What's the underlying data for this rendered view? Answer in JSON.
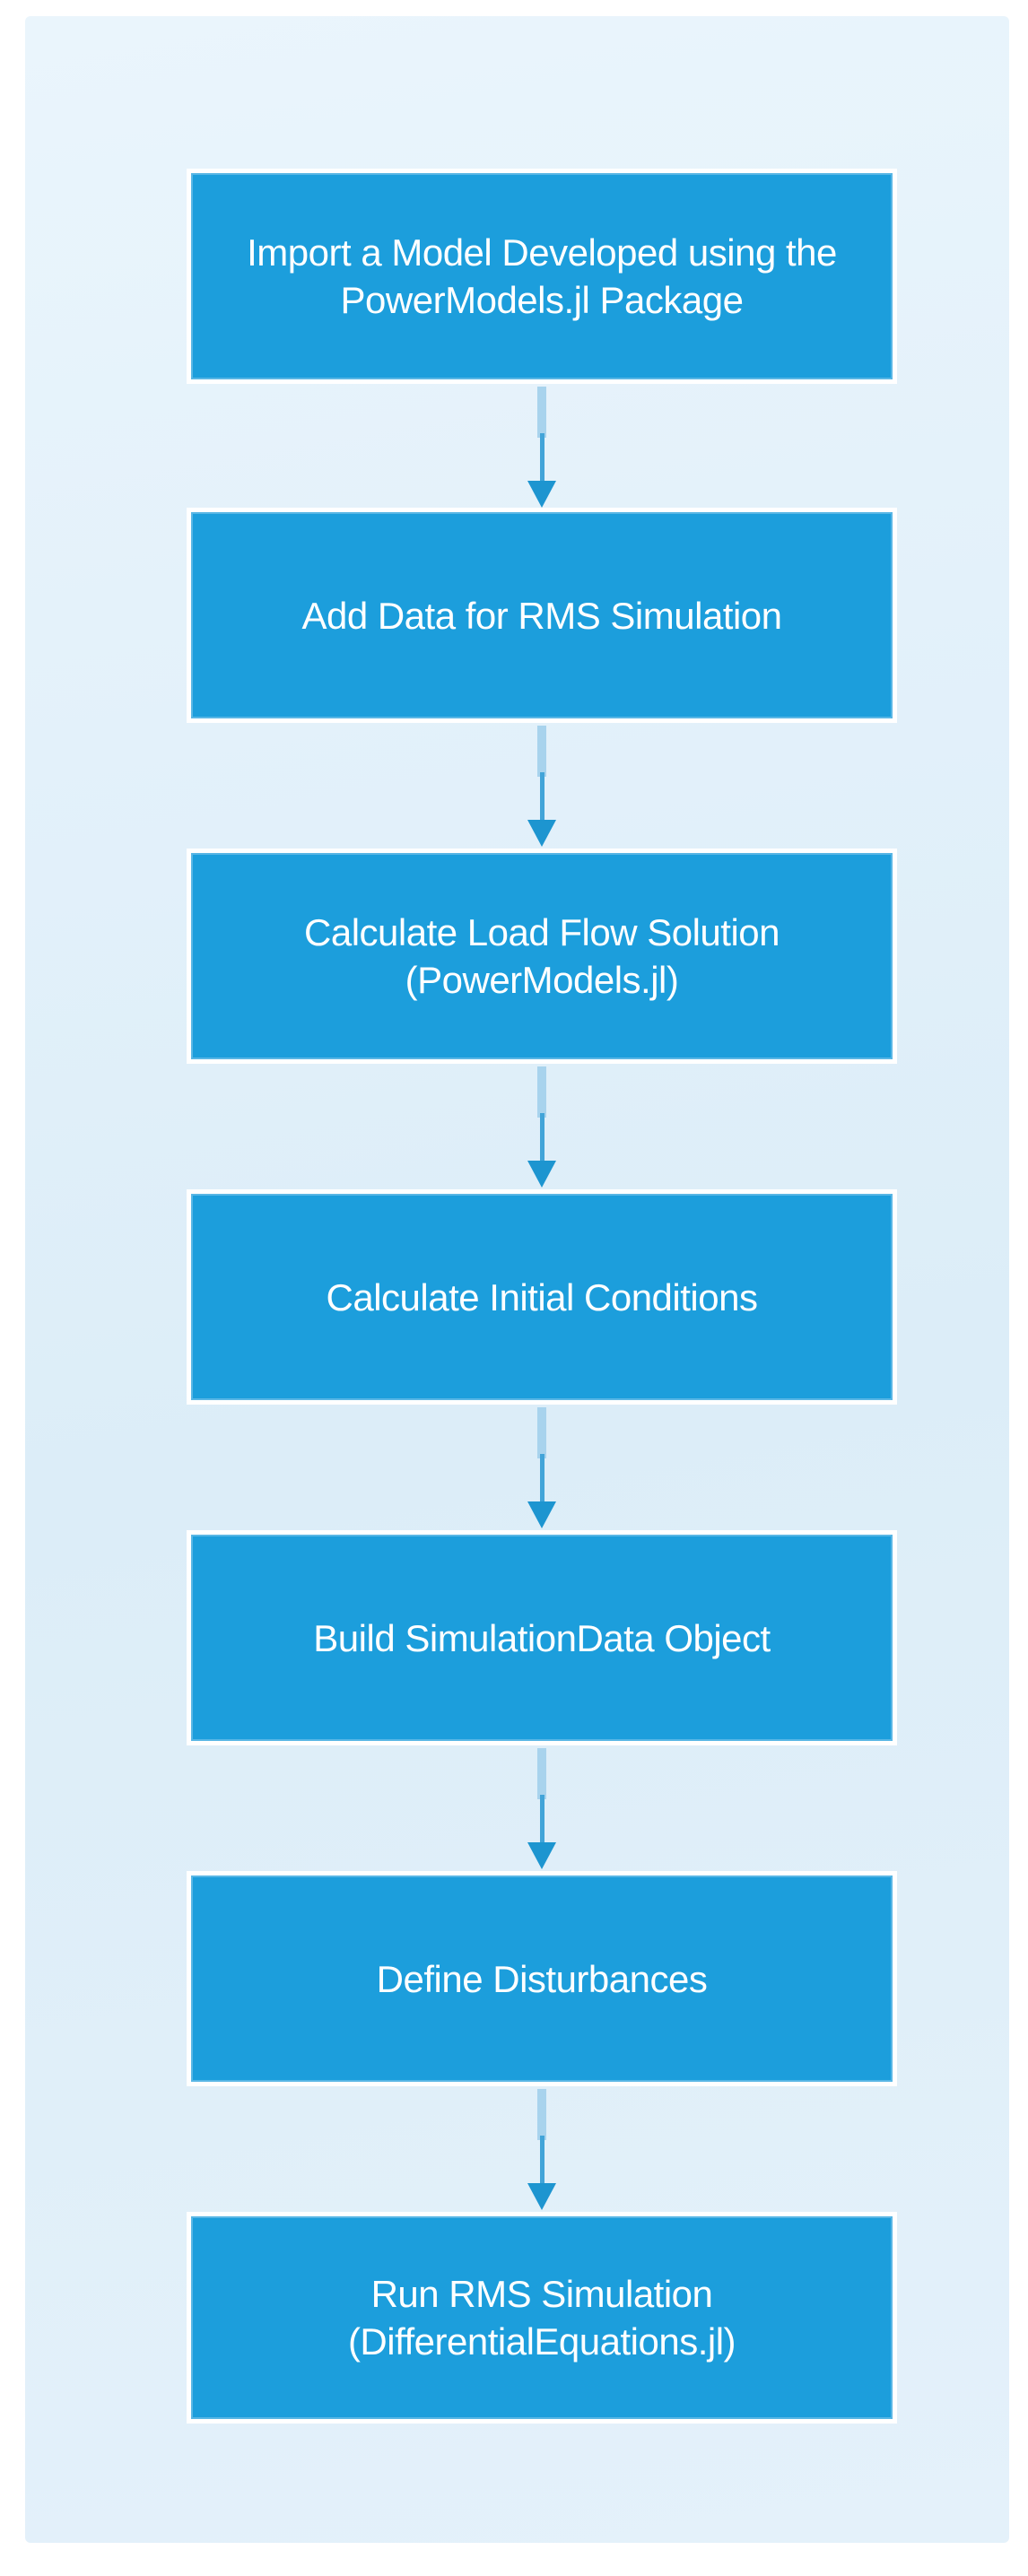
{
  "diagram": {
    "type": "flowchart",
    "direction": "top-to-bottom",
    "colors": {
      "page_bg": "#ffffff",
      "panel_bg_top": "#eaf5fc",
      "panel_bg_mid": "#dcedf8",
      "panel_bg_bottom": "#e4f1fa",
      "box_fill": "#1c9edc",
      "box_border": "#58b6e5",
      "box_outline": "#ffffff",
      "box_text": "#ffffff",
      "arrow_casing": "#a8d3ed",
      "arrow_line": "#42a4d8",
      "arrow_head": "#1d95d0"
    },
    "steps": [
      {
        "id": 1,
        "label": "Import a Model Developed using the PowerModels.jl Package",
        "line1": "Import a Model Developed using the",
        "line2": "PowerModels.jl Package"
      },
      {
        "id": 2,
        "label": "Add Data for RMS Simulation",
        "line1": "Add Data for RMS Simulation",
        "line2": ""
      },
      {
        "id": 3,
        "label": "Calculate Load Flow Solution (PowerModels.jl)",
        "line1": "Calculate Load Flow Solution",
        "line2": "(PowerModels.jl)"
      },
      {
        "id": 4,
        "label": "Calculate Initial Conditions",
        "line1": "Calculate Initial Conditions",
        "line2": ""
      },
      {
        "id": 5,
        "label": "Build SimulationData Object",
        "line1": "Build SimulationData Object",
        "line2": ""
      },
      {
        "id": 6,
        "label": "Define Disturbances",
        "line1": "Define Disturbances",
        "line2": ""
      },
      {
        "id": 7,
        "label": "Run RMS Simulation (DifferentialEquations.jl)",
        "line1": "Run RMS Simulation",
        "line2": "(DifferentialEquations.jl)"
      }
    ],
    "connections": [
      {
        "from": 1,
        "to": 2
      },
      {
        "from": 2,
        "to": 3
      },
      {
        "from": 3,
        "to": 4
      },
      {
        "from": 4,
        "to": 5
      },
      {
        "from": 5,
        "to": 6
      },
      {
        "from": 6,
        "to": 7
      }
    ]
  }
}
